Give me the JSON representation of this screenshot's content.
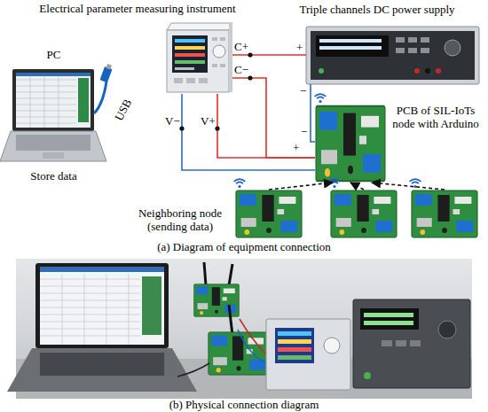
{
  "diagram": {
    "nodes": [
      {
        "text": [
          "Electrical parameter measuring instrument"
        ]
      },
      {
        "text": [
          "Triple channels DC power supply"
        ]
      },
      {
        "text": [
          "PC",
          "Store data"
        ]
      },
      {
        "text": [
          "PCB of SIL-IoTs node with Arduino"
        ]
      },
      {
        "text": [
          "Neighboring node (sending data)"
        ]
      },
      {
        "text": []
      },
      {
        "text": []
      }
    ],
    "edges": [
      {
        "from": 0,
        "to": 1,
        "arrow": "none"
      },
      {
        "from": 0,
        "to": 3,
        "arrow": "none"
      },
      {
        "from": 0,
        "to": 3,
        "arrow": "none"
      },
      {
        "from": 0,
        "to": 3,
        "arrow": "none"
      },
      {
        "from": 1,
        "to": 3,
        "arrow": "none"
      },
      {
        "from": 4,
        "to": 3,
        "arrow": "to"
      },
      {
        "from": 5,
        "to": 3,
        "arrow": "to"
      },
      {
        "from": 6,
        "to": 3,
        "arrow": "to"
      }
    ],
    "labels": [
      "C+",
      "C−",
      "+",
      "−",
      "V−",
      "V+",
      "+",
      "−",
      "USB",
      "(a) Diagram of equipment connection",
      "(b) Physical connection diagram"
    ]
  }
}
